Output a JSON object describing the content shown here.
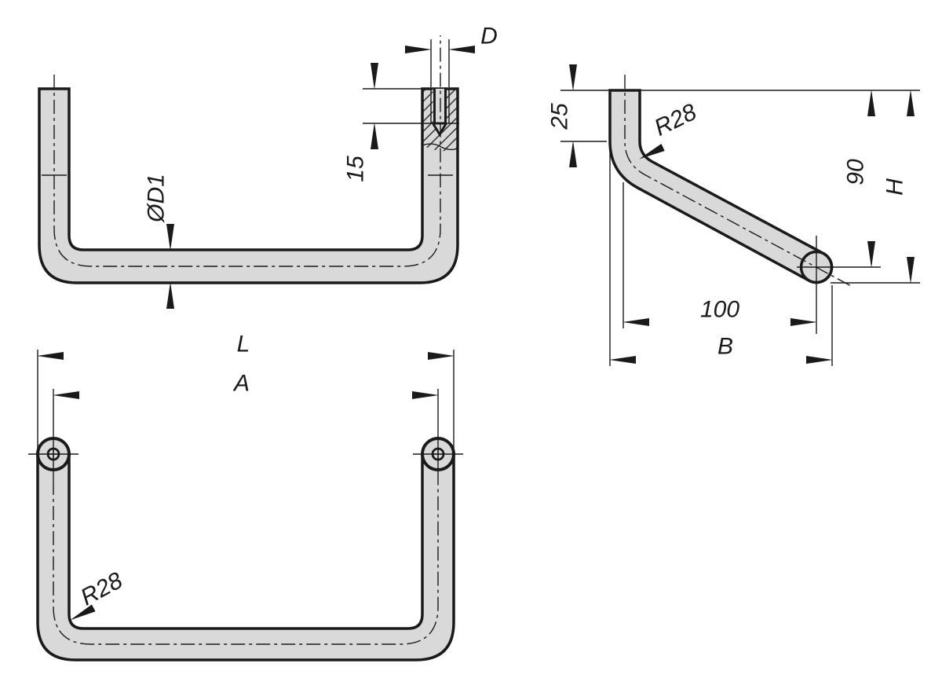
{
  "drawing": {
    "type": "engineering-drawing",
    "subject": "tubular pull handle, three orthographic views",
    "colors": {
      "background": "#ffffff",
      "line": "#1a1a1a",
      "tube_fill": "#d9d9d9"
    }
  },
  "views": {
    "front": {
      "thread_diameter": "D",
      "thread_depth": "15",
      "tube_diameter": "ØD1"
    },
    "side": {
      "leg_straight_length": "25",
      "bend_radius": "R28",
      "height_to_center": "90",
      "overall_height": "H",
      "depth_to_center": "100",
      "overall_depth": "B"
    },
    "plan": {
      "overall_length": "L",
      "hole_spacing": "A",
      "bend_radius": "R28"
    }
  }
}
